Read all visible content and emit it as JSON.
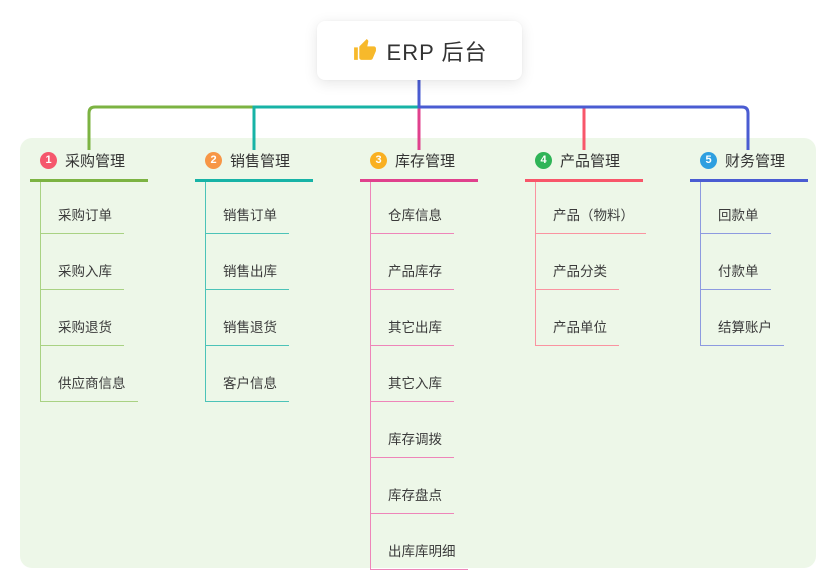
{
  "root": {
    "title": "ERP 后台",
    "icon": "thumbs-up"
  },
  "colors": {
    "panel_bg": "#edf7e8",
    "trunk_blue": "#4a5cd2",
    "text": "#333333",
    "thumb_yellow": "#f7b92b"
  },
  "branches": [
    {
      "index": "1",
      "title": "采购管理",
      "badge_color": "#f5576c",
      "line_color": "#7cb342",
      "child_line_color": "#a9d283",
      "children": [
        "采购订单",
        "采购入库",
        "采购退货",
        "供应商信息"
      ]
    },
    {
      "index": "2",
      "title": "销售管理",
      "badge_color": "#f79646",
      "line_color": "#17b3a6",
      "child_line_color": "#4cc3b8",
      "children": [
        "销售订单",
        "销售出库",
        "销售退货",
        "客户信息"
      ]
    },
    {
      "index": "3",
      "title": "库存管理",
      "badge_color": "#f9b021",
      "line_color": "#e0418d",
      "child_line_color": "#ee85b9",
      "children": [
        "仓库信息",
        "产品库存",
        "其它出库",
        "其它入库",
        "库存调拨",
        "库存盘点",
        "出库库明细"
      ]
    },
    {
      "index": "4",
      "title": "产品管理",
      "badge_color": "#2fb457",
      "line_color": "#f8566a",
      "child_line_color": "#fa93a0",
      "children": [
        "产品（物料）",
        "产品分类",
        "产品单位"
      ]
    },
    {
      "index": "5",
      "title": "财务管理",
      "badge_color": "#2e9fe0",
      "line_color": "#4a5cd2",
      "child_line_color": "#8d9ae0",
      "children": [
        "回款单",
        "付款单",
        "结算账户"
      ]
    }
  ]
}
